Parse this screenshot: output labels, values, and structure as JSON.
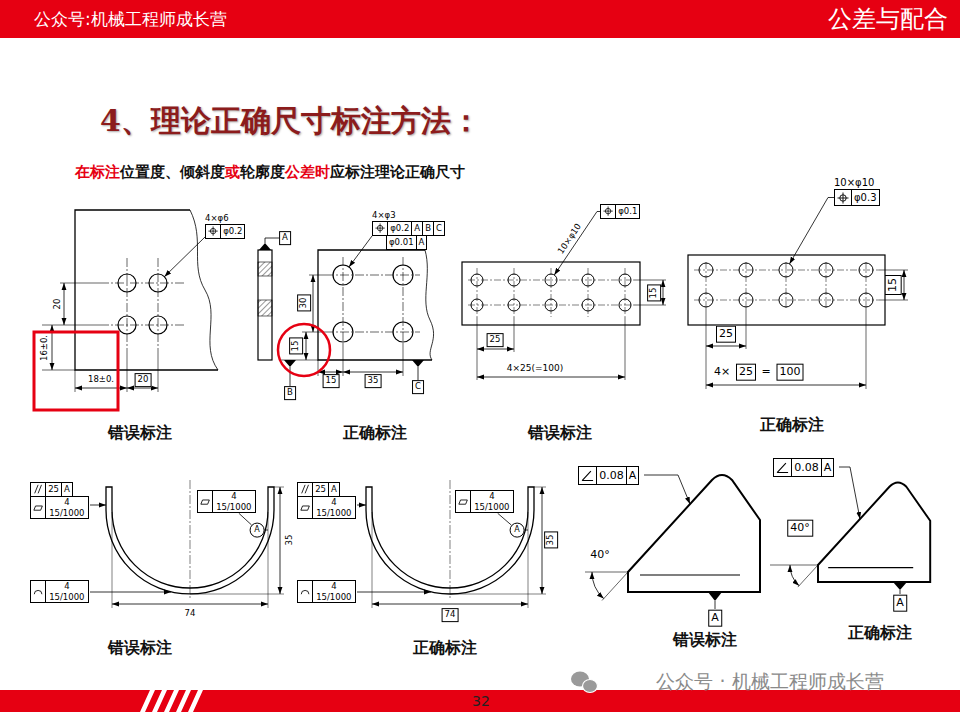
{
  "diagram": {
    "title": "4、理论正确尺寸标注方法：",
    "nodes": [
      {
        "text": [
          "公众号:机械工程师成长营",
          "公差与配合"
        ]
      },
      {
        "text": [
          "4×φ6",
          "φ0.2"
        ]
      },
      {
        "text": [
          "20"
        ]
      },
      {
        "text": [
          "A"
        ]
      },
      {
        "text": [
          "4×φ3",
          "φ0.2",
          "A",
          "B",
          "C"
        ]
      },
      {
        "text": [
          "φ0.01",
          "A"
        ]
      },
      {
        "text": [
          "30"
        ]
      },
      {
        "text": [
          "15"
        ]
      },
      {
        "text": [
          "B"
        ]
      },
      {
        "text": [
          "15"
        ]
      },
      {
        "text": [
          "35"
        ]
      },
      {
        "text": [
          "C"
        ]
      },
      {
        "text": [
          "φ0.1"
        ]
      },
      {
        "text": [
          "15"
        ]
      },
      {
        "text": [
          "25"
        ]
      },
      {
        "text": [
          "10×φ10",
          "φ0.3"
        ]
      },
      {
        "text": [
          "15"
        ]
      },
      {
        "text": [
          "25"
        ]
      },
      {
        "text": [
          "25"
        ]
      },
      {
        "text": [
          "100"
        ]
      },
      {
        "text": [
          "25",
          "A"
        ]
      },
      {
        "text": [
          "4",
          "15/1000"
        ]
      },
      {
        "text": [
          "4",
          "15/1000"
        ]
      },
      {
        "text": [
          "4",
          "15/1000"
        ]
      },
      {
        "text": [
          "A"
        ]
      },
      {
        "text": [
          "25",
          "A"
        ]
      },
      {
        "text": [
          "4",
          "15/1000"
        ]
      },
      {
        "text": [
          "4",
          "15/1000"
        ]
      },
      {
        "text": [
          "4",
          "15/1000"
        ]
      },
      {
        "text": [
          "A"
        ]
      },
      {
        "text": [
          "35"
        ]
      },
      {
        "text": [
          "74"
        ]
      },
      {
        "text": [
          "0.08",
          "A"
        ]
      },
      {
        "text": [
          "A"
        ]
      },
      {
        "text": [
          "0.08",
          "A"
        ]
      },
      {
        "text": [
          "40°"
        ]
      },
      {
        "text": [
          "A"
        ]
      }
    ],
    "edges": [
      {
        "from": 23,
        "to": 24,
        "arrow": "none"
      },
      {
        "from": 28,
        "to": 29,
        "arrow": "none"
      }
    ],
    "labels": [
      "在标注",
      "位置度、倾斜度",
      "或",
      "轮廓度",
      "公差时",
      "应标注理论正确尺寸",
      "20",
      "16±0.",
      "18±0.",
      "错误标注",
      "正确标注",
      "10×φ10",
      "4×25(=100)",
      "错误标注",
      "4×",
      "=",
      "正确标注",
      "35",
      "74",
      "错误标注",
      "正确标注",
      "40°",
      "错误标注",
      "正确标注",
      "32",
      "公众号 · 机械工程师成长营"
    ]
  }
}
